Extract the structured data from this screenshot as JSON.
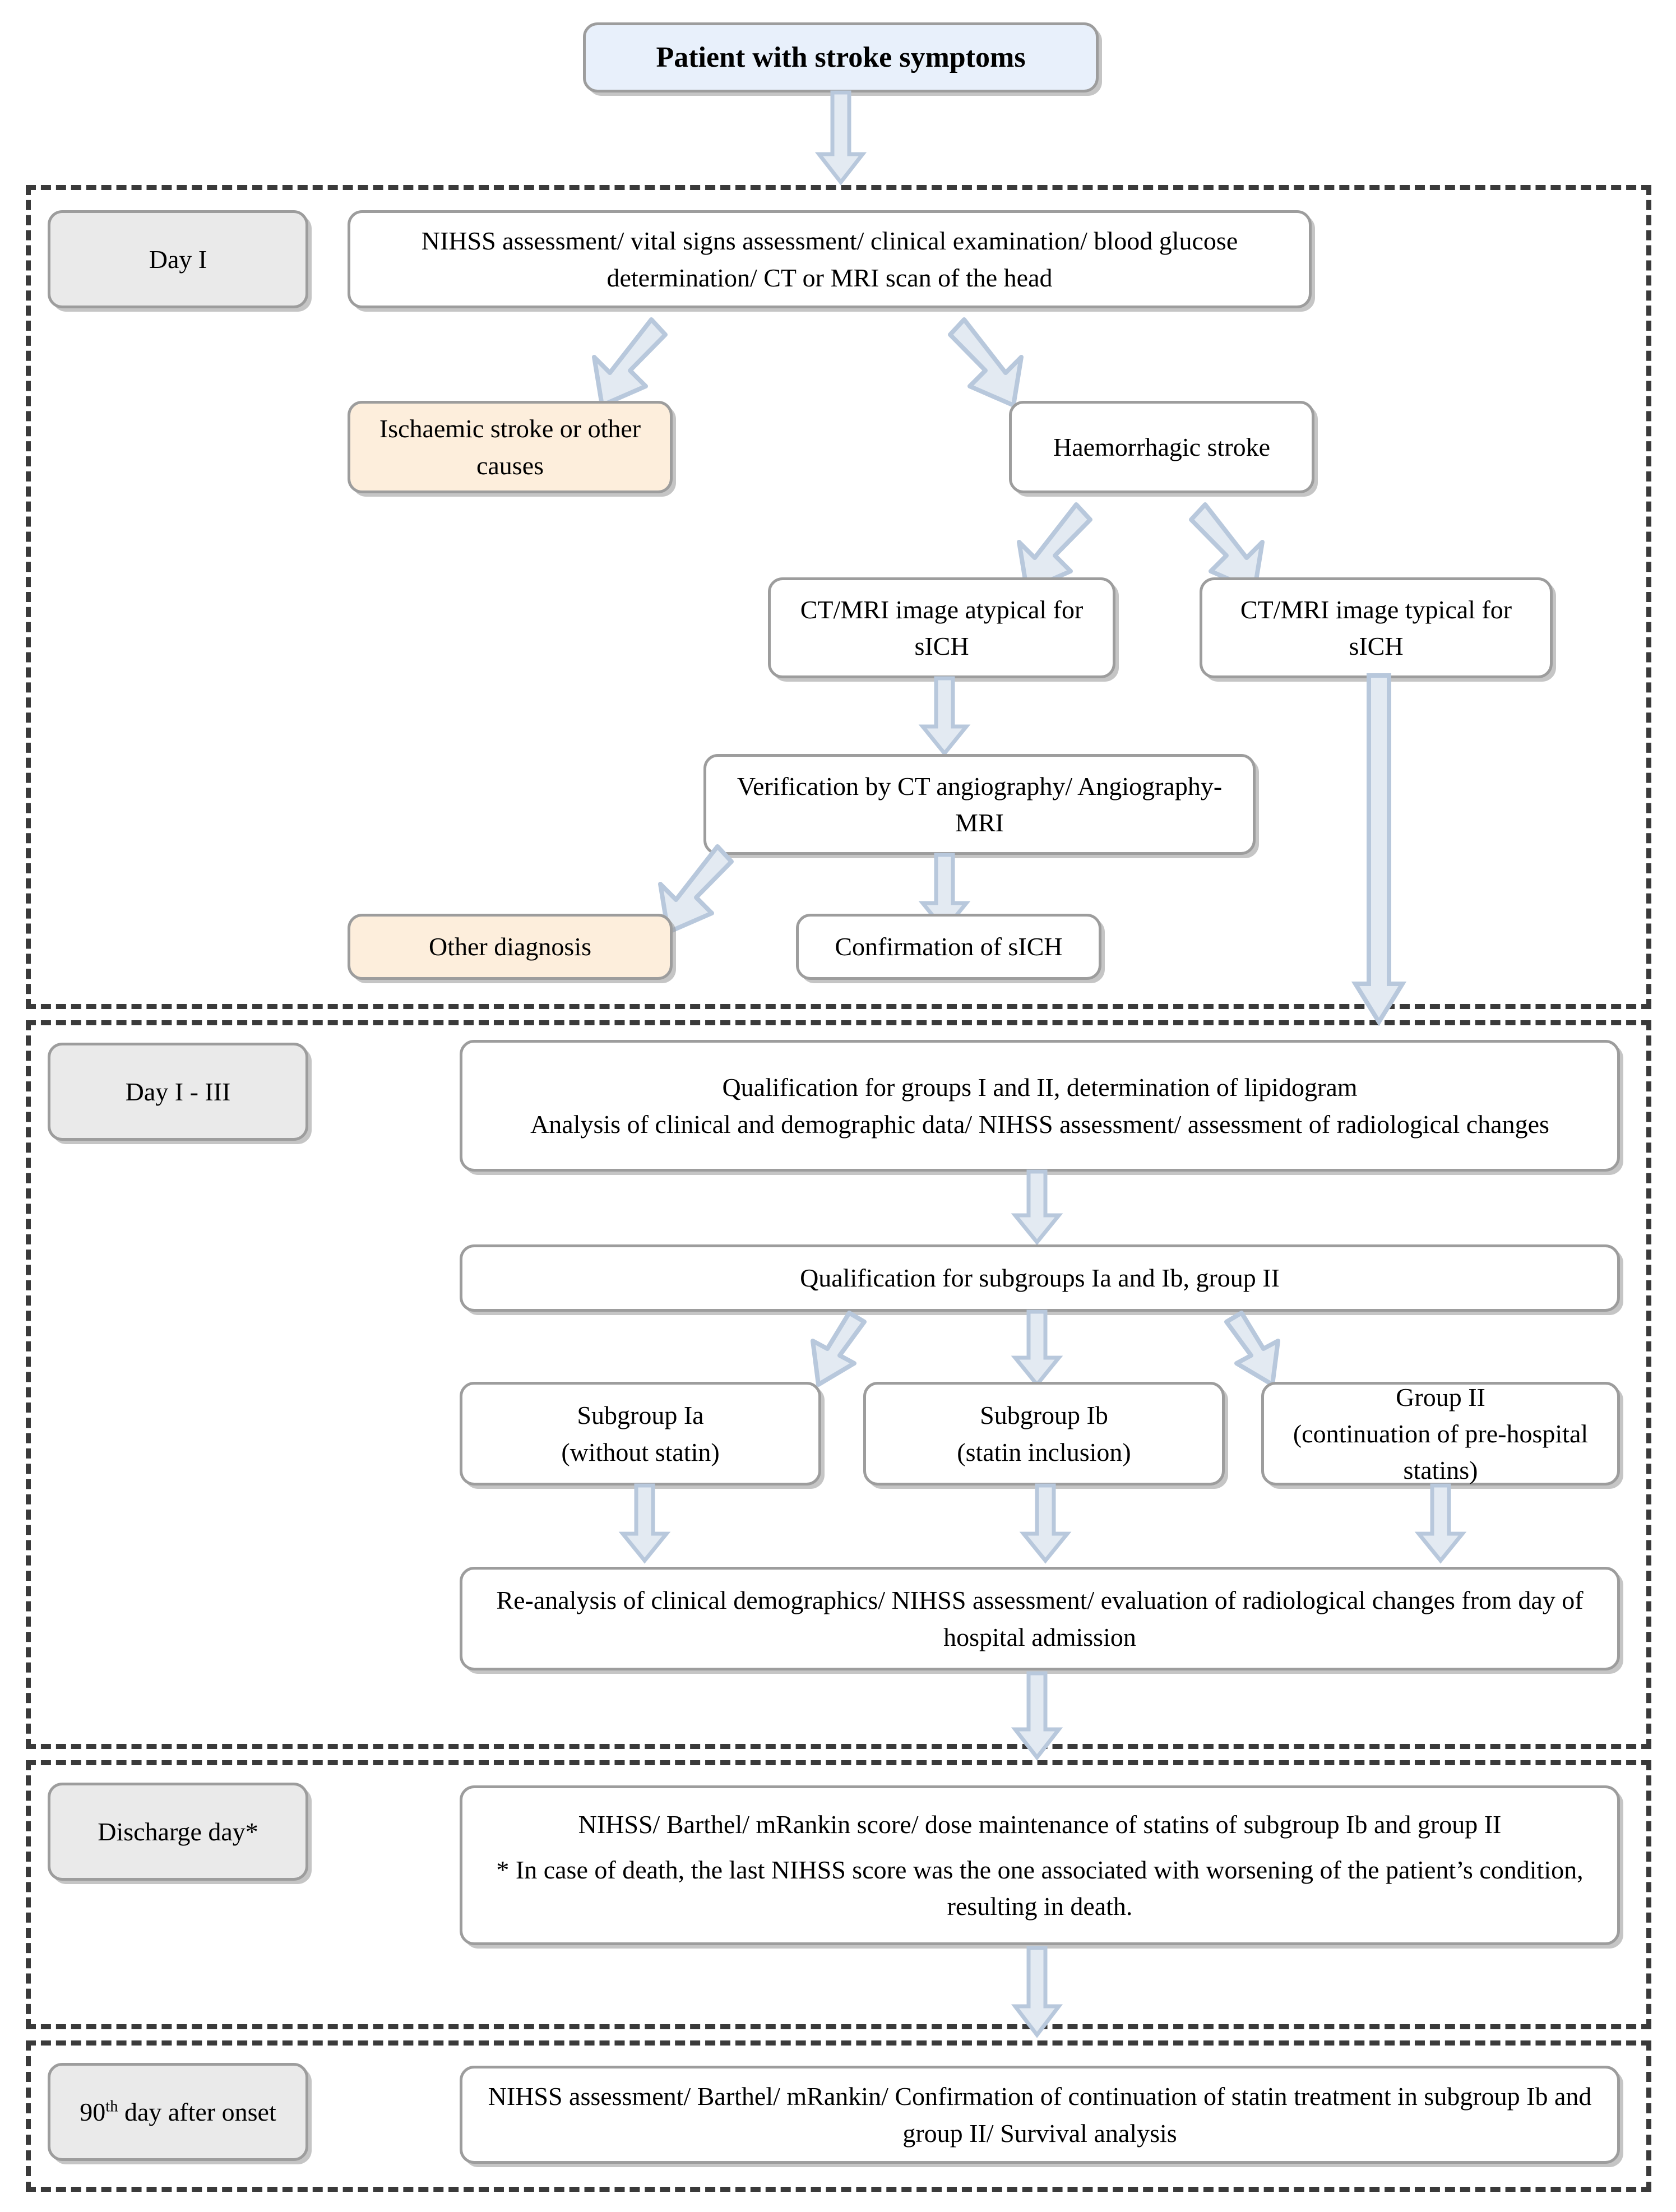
{
  "diagram": {
    "title": "Patient with stroke symptoms",
    "colors": {
      "node_border": "#9d9d9d",
      "node_fill": "#ffffff",
      "start_fill": "#e8f0fb",
      "endpoint_fill": "#fdeedc",
      "phase_label_fill": "#eaeaea",
      "region_border": "#3a3a3a",
      "arrow_fill": "#e3eaf2",
      "arrow_stroke": "#b8c8dc"
    }
  },
  "start": {
    "label": "Patient with stroke symptoms"
  },
  "phases": [
    {
      "id": "day1",
      "label": "Day I"
    },
    {
      "id": "day1_3",
      "label": "Day I - III"
    },
    {
      "id": "discharge",
      "label": "Discharge day*"
    },
    {
      "id": "day90",
      "label_prefix": "90",
      "label_sup": "th",
      "label_rest": " day after onset"
    }
  ],
  "nodes": {
    "assessment": {
      "label": "NIHSS assessment/ vital signs assessment/ clinical examination/ blood glucose determination/ CT or MRI scan of the head"
    },
    "ischaemic": {
      "label": "Ischaemic stroke or other causes"
    },
    "haemorrhagic": {
      "label": "Haemorrhagic stroke"
    },
    "atypical": {
      "label": "CT/MRI image atypical for sICH"
    },
    "typical": {
      "label": "CT/MRI image typical for sICH"
    },
    "verification": {
      "label": "Verification by CT angiography/ Angiography-MRI"
    },
    "other_diag": {
      "label": "Other diagnosis"
    },
    "confirmation": {
      "label": "Confirmation of sICH"
    },
    "qualification_groups": {
      "line1": "Qualification for groups I and II, determination of lipidogram",
      "line2": "Analysis of clinical and demographic data/ NIHSS assessment/ assessment of radiological changes"
    },
    "qualification_subgroups": {
      "label": "Qualification for subgroups Ia and Ib, group II"
    },
    "subgroup_ia": {
      "line1": "Subgroup Ia",
      "line2": "(without statin)"
    },
    "subgroup_ib": {
      "line1": "Subgroup Ib",
      "line2": "(statin inclusion)"
    },
    "group_ii": {
      "line1": "Group II",
      "line2": "(continuation of pre-hospital statins)"
    },
    "reanalysis": {
      "label": "Re-analysis of clinical demographics/ NIHSS assessment/ evaluation of radiological changes from day of hospital admission"
    },
    "discharge_content": {
      "line1": "NIHSS/ Barthel/ mRankin score/ dose maintenance of statins of subgroup Ib and group II",
      "line2": "* In case of death, the last NIHSS score was the one associated with worsening of the patient’s condition, resulting in death."
    },
    "day90_content": {
      "label": "NIHSS assessment/ Barthel/ mRankin/ Confirmation of continuation of statin treatment in subgroup Ib and group II/ Survival analysis"
    }
  }
}
